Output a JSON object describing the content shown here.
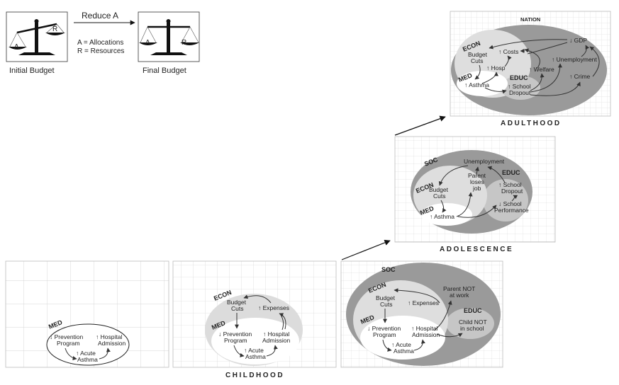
{
  "legend": {
    "reduce_label": "Reduce  A",
    "a_def": "A = Allocations",
    "r_def": "R = Resources",
    "initial_budget": "Initial Budget",
    "final_budget": "Final Budget",
    "pan_a": "A",
    "pan_r": "R"
  },
  "stages": {
    "childhood": "CHILDHOOD",
    "adolescence": "ADOLESCENCE",
    "adulthood": "ADULTHOOD"
  },
  "domains": {
    "med": "MED",
    "econ": "ECON",
    "soc": "SOC",
    "educ": "EDUC",
    "nation": "NATION"
  },
  "panel1": {
    "prevention_1": "↓ Prevention",
    "prevention_2": "Program",
    "hospital_1": "↑ Hospital",
    "hospital_2": "Admission",
    "asthma_1": "↑ Acute",
    "asthma_2": "Asthma"
  },
  "panel2": {
    "budget_1": "Budget",
    "budget_2": "Cuts",
    "expenses": "↑ Expenses",
    "prevention_1": "↓ Prevention",
    "prevention_2": "Program",
    "hospital_1": "↑ Hospital",
    "hospital_2": "Admission",
    "asthma_1": "↑ Acute",
    "asthma_2": "Asthma"
  },
  "panel3": {
    "budget_1": "Budget",
    "budget_2": "Cuts",
    "expenses": "↑ Expenses",
    "parent_1": "Parent NOT",
    "parent_2": "at work",
    "child_1": "Child NOT",
    "child_2": "in school",
    "prevention_1": "↓ Prevention",
    "prevention_2": "Program",
    "hospital_1": "↑ Hospital",
    "hospital_2": "Admission",
    "asthma_1": "↑ Acute",
    "asthma_2": "Asthma"
  },
  "panel4": {
    "unemployment": "Unemployment",
    "parent_1": "Parent",
    "parent_2": "loses",
    "parent_3": "job",
    "budget_1": "Budget",
    "budget_2": "Cuts",
    "dropout_1": "↑ School",
    "dropout_2": "Dropout",
    "performance_1": "↓ School",
    "performance_2": "Performance",
    "asthma": "↑ Asthma"
  },
  "panel5": {
    "gdp": "↓ GDP",
    "costs": "↑ Costs",
    "budget_1": "Budget",
    "budget_2": "Cuts",
    "hosp": "↑ Hosp",
    "welfare": "↑ Welfare",
    "unemployment": "↑ Unemployment",
    "asthma": "↑ Asthma",
    "dropout_1": "↑ School",
    "dropout_2": "Dropout",
    "crime": "↑ Crime"
  }
}
